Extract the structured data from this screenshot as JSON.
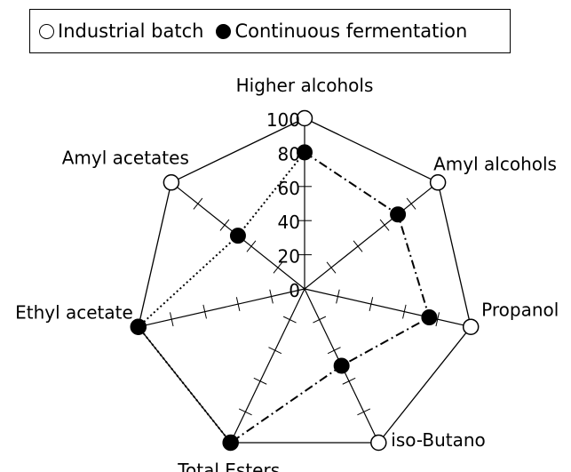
{
  "legend": {
    "items": [
      {
        "label": "Industrial batch",
        "marker": "open-circle"
      },
      {
        "label": "Continuous fermentation",
        "marker": "filled-circle"
      }
    ]
  },
  "chart_data": {
    "type": "radar",
    "title": "",
    "axes": [
      "Higher alcohols",
      "Amyl alcohols",
      "Propanol",
      "iso-Butano",
      "Total Esters",
      "Ethyl acetate",
      "Amyl acetates"
    ],
    "radial_ticks": [
      0,
      20,
      40,
      60,
      80,
      100
    ],
    "rlim": [
      0,
      100
    ],
    "grid": true,
    "legend_position": "top",
    "series": [
      {
        "name": "Industrial batch",
        "marker": "open-circle",
        "values": [
          100,
          100,
          100,
          100,
          100,
          100,
          100
        ]
      },
      {
        "name": "Continuous fermentation",
        "marker": "filled-circle",
        "values": [
          80,
          70,
          75,
          50,
          100,
          100,
          50
        ]
      }
    ],
    "line_styles": {
      "ester_axes": "dotted",
      "alcohol_axes": "dash-dot"
    }
  }
}
